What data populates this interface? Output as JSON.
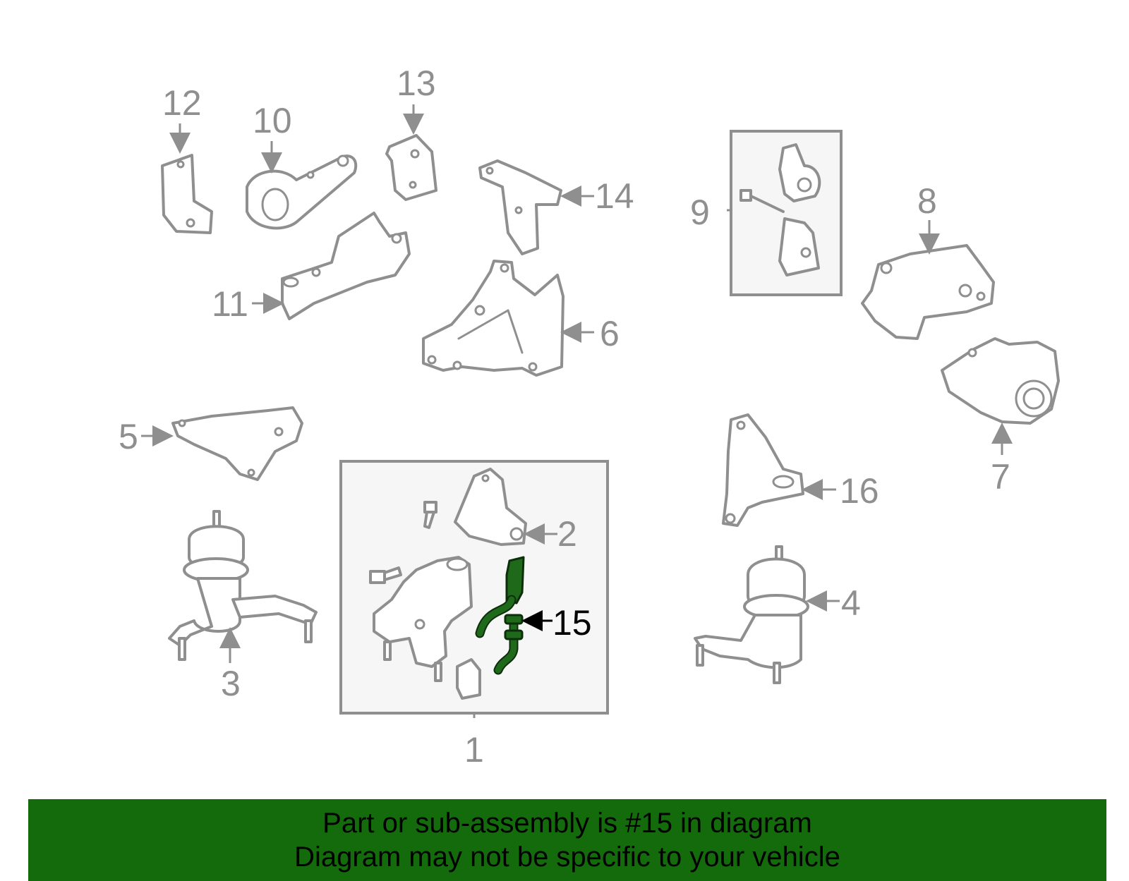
{
  "callouts": {
    "c1": "1",
    "c2": "2",
    "c3": "3",
    "c4": "4",
    "c5": "5",
    "c6": "6",
    "c7": "7",
    "c8": "8",
    "c9": "9",
    "c10": "10",
    "c11": "11",
    "c12": "12",
    "c13": "13",
    "c14": "14",
    "c15": "15",
    "c16": "16"
  },
  "highlighted_part": "15",
  "colors": {
    "highlight": "#1e6a1a",
    "banner": "#146b0c",
    "line_art": "#8f8f8f"
  },
  "banner": {
    "line1": "Part or sub-assembly is #15 in diagram",
    "line2": "Diagram may not be specific to your vehicle"
  }
}
